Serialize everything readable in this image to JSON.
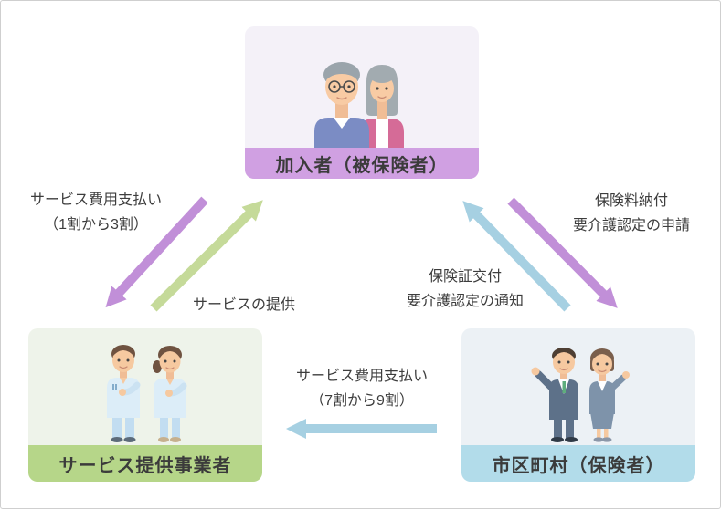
{
  "entities": {
    "insured": {
      "label": "加入者（被保険者）"
    },
    "provider": {
      "label": "サービス提供事業者"
    },
    "municipality": {
      "label": "市区町村（保険者）"
    }
  },
  "arrows": {
    "fee_user": {
      "line1": "サービス費用支払い",
      "line2": "（1割から3割）",
      "from": "加入者（被保険者）",
      "to": "サービス提供事業者",
      "color": "#c18fd8"
    },
    "service": {
      "line1": "サービスの提供",
      "from": "サービス提供事業者",
      "to": "加入者（被保険者）",
      "color": "#c5da99"
    },
    "premium": {
      "line1": "保険料納付",
      "line2": "要介護認定の申請",
      "from": "加入者（被保険者）",
      "to": "市区町村（保険者）",
      "color": "#c18fd8"
    },
    "certificate": {
      "line1": "保険証交付",
      "line2": "要介護認定の通知",
      "from": "市区町村（保険者）",
      "to": "加入者（被保険者）",
      "color": "#a6d0e2"
    },
    "fee_insurer": {
      "line1": "サービス費用支払い",
      "line2": "（7割から9割）",
      "from": "市区町村（保険者）",
      "to": "サービス提供事業者",
      "color": "#a6d0e2"
    }
  },
  "illustrations": {
    "insured": "elderly-couple-illustration",
    "provider": "care-workers-illustration",
    "municipality": "officials-illustration"
  },
  "colors": {
    "purple_arrow": "#c18fd8",
    "purple_label_bar": "#d0a0e2",
    "lavender_pic_bg": "#f4f1f8",
    "green_arrow": "#c5da99",
    "green_label_bar": "#b6d689",
    "green_pic_bg": "#eef3ea",
    "blue_arrow": "#a6d0e2",
    "blue_label_bar": "#b2dcea",
    "blue_pic_bg": "#ecf1f5",
    "text": "#3d3d3d",
    "canvas_border": "#cfcfcf",
    "canvas_bg": "#ffffff"
  }
}
